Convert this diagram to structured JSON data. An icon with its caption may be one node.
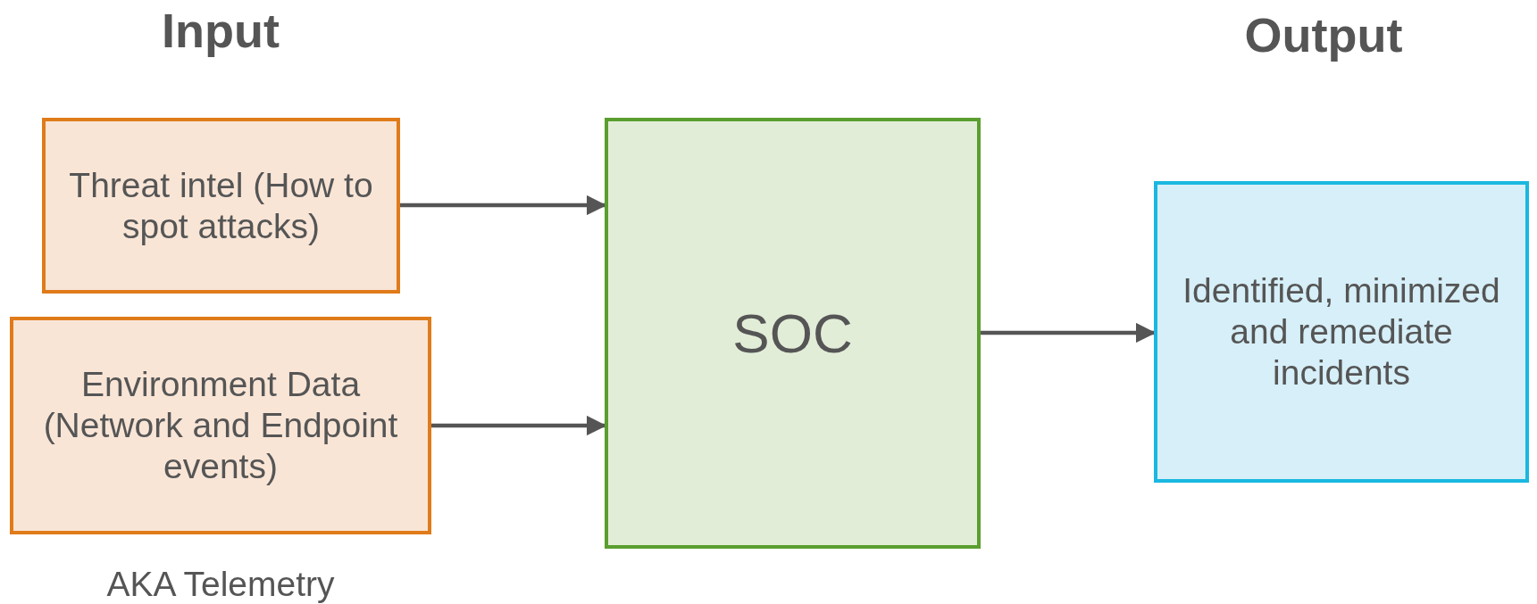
{
  "diagram": {
    "nodes": [
      {
        "text": [
          "Threat intel (How to spot attacks)"
        ]
      },
      {
        "text": [
          "Environment Data (Network and Endpoint events)"
        ],
        "beside": [
          "AKA Telemetry"
        ]
      },
      {
        "text": [
          "SOC"
        ]
      },
      {
        "text": [
          "Identified, minimized and remediate incidents"
        ]
      }
    ],
    "edges": [
      {
        "from": 0,
        "to": 2,
        "arrow": "to"
      },
      {
        "from": 1,
        "to": 2,
        "arrow": "to"
      },
      {
        "from": 2,
        "to": 3,
        "arrow": "to"
      }
    ],
    "labels": [
      "Input",
      "Output"
    ]
  }
}
